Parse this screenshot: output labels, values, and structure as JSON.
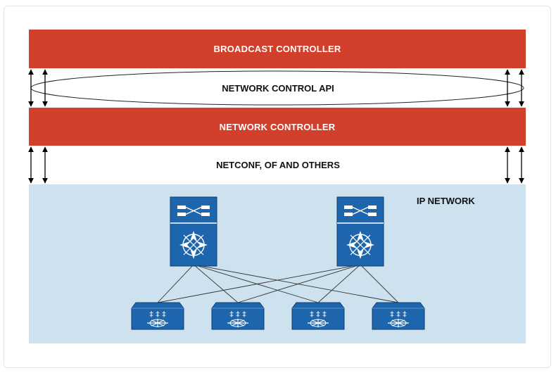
{
  "broadcast_controller": "BROADCAST CONTROLLER",
  "network_control_api": "NETWORK CONTROL API",
  "network_controller": "NETWORK CONTROLLER",
  "southbound_protocols": "NETCONF, OF AND OTHERS",
  "ip_network": "IP NETWORK",
  "colors": {
    "band": "#d2402b",
    "ip_zone": "#cde2ee",
    "device": "#1d65ad"
  },
  "devices": {
    "spine_switches": 2,
    "leaf_switches": 4
  }
}
